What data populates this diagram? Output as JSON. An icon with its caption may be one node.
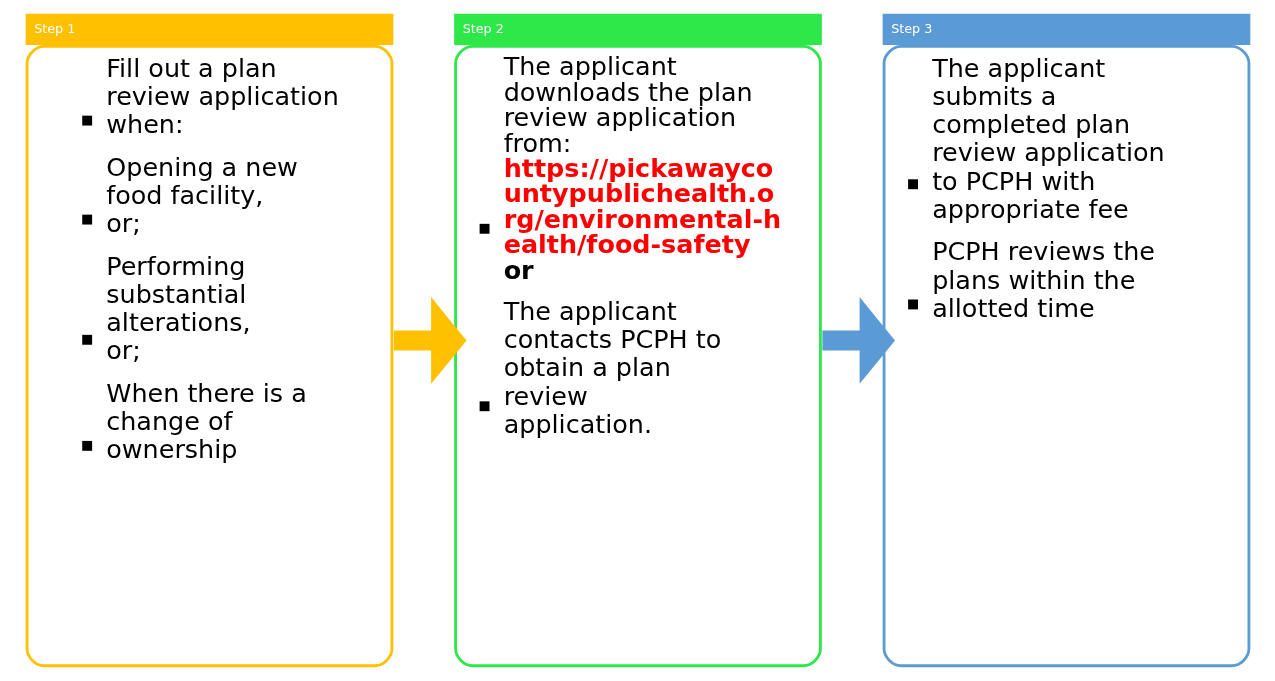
{
  "diagram": {
    "nodes": [
      {
        "text": [
          "Step 1",
          "Fill out a plan review application when:",
          "Opening a new food facility, or;",
          "Performing substantial alterations, or;",
          "When there is a change of ownership"
        ]
      },
      {
        "text": [
          "Step 2",
          "The applicant downloads the plan review application from: **https://pickawaycountypublichealth.org/environmental-health/food-safety** **or**",
          "The applicant contacts PCPH to obtain a plan review application."
        ]
      },
      {
        "text": [
          "Step 3",
          "The applicant submits a completed plan review application to PCPH with appropriate fee",
          "PCPH reviews the plans within the allotted time"
        ]
      }
    ],
    "edges": [
      {
        "from": 0,
        "to": 1,
        "arrow": "to",
        "color": "#ffc000"
      },
      {
        "from": 1,
        "to": 2,
        "arrow": "to",
        "color": "#5b9bd5"
      }
    ]
  }
}
